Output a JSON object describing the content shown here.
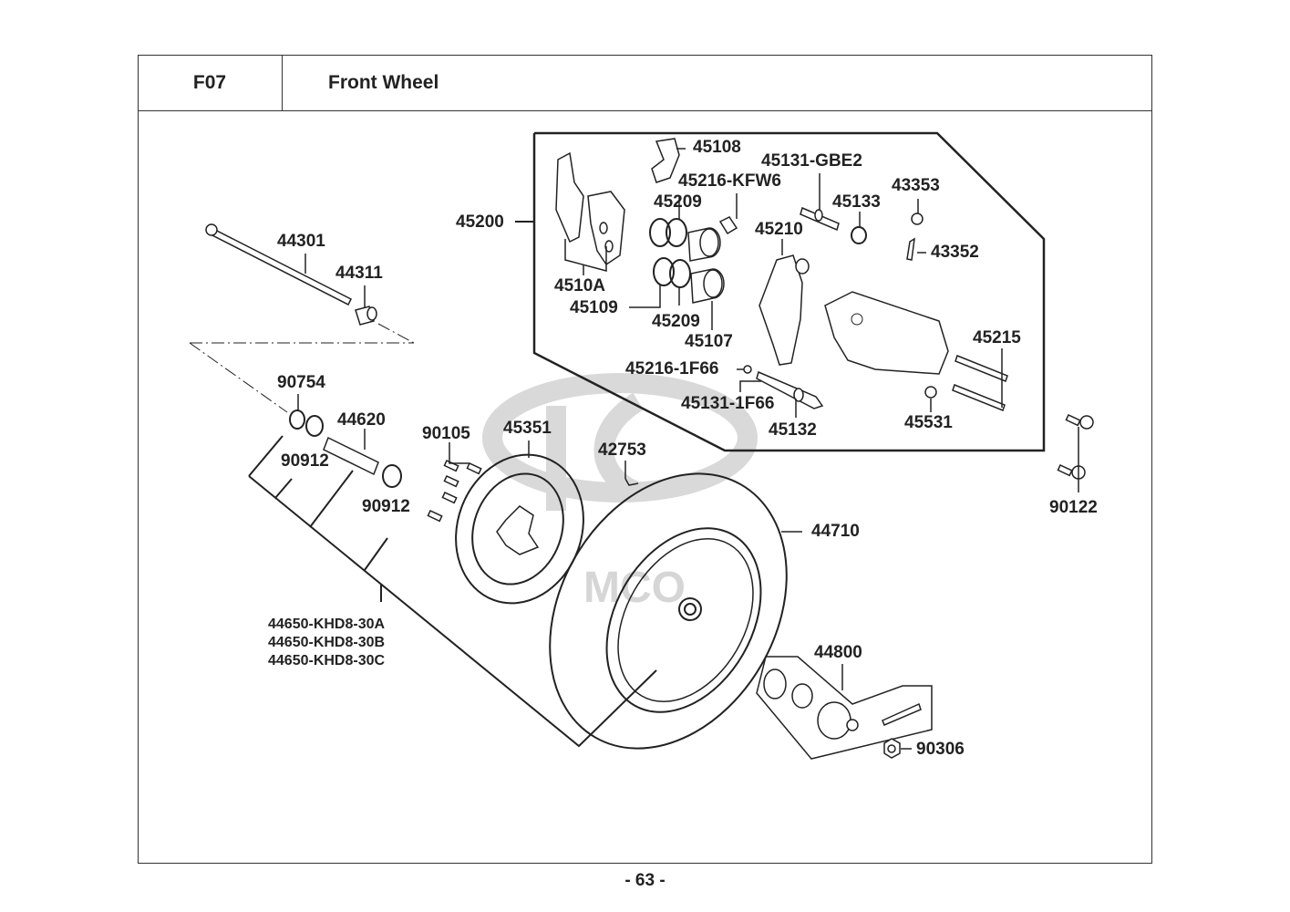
{
  "header": {
    "section_code": "F07",
    "section_title": "Front Wheel"
  },
  "watermark": {
    "brand": "KYMCO"
  },
  "parts": {
    "p45108": "45108",
    "p45131_gbe2": "45131-GBE2",
    "p45216_kfw6": "45216-KFW6",
    "p45209_top": "45209",
    "p45133": "45133",
    "p43353": "43353",
    "p45200": "45200",
    "p45210": "45210",
    "p43352": "43352",
    "p4510a": "4510A",
    "p45109": "45109",
    "p45209_bottom": "45209",
    "p45107": "45107",
    "p45215": "45215",
    "p45216_1f66": "45216-1F66",
    "p45131_1f66": "45131-1F66",
    "p45132": "45132",
    "p45531": "45531",
    "p44301": "44301",
    "p44311": "44311",
    "p90754": "90754",
    "p44620": "44620",
    "p90912_a": "90912",
    "p90912_b": "90912",
    "p90105": "90105",
    "p45351": "45351",
    "p42753": "42753",
    "p44710": "44710",
    "p90122": "90122",
    "p44650_a": "44650-KHD8-30A",
    "p44650_b": "44650-KHD8-30B",
    "p44650_c": "44650-KHD8-30C",
    "p44800": "44800",
    "p90306": "90306"
  },
  "footer": {
    "page_number": "- 63 -"
  }
}
